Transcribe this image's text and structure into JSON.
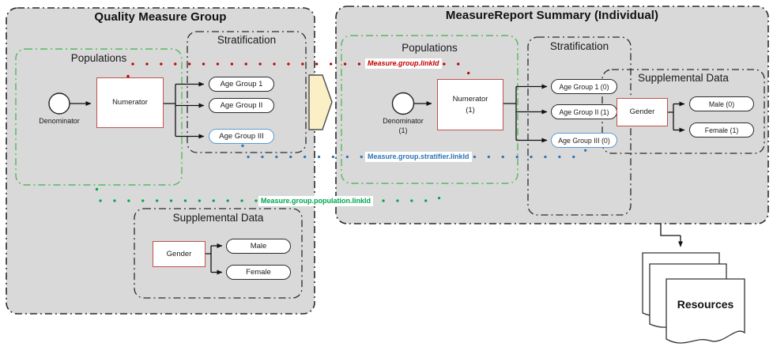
{
  "colors": {
    "panel_bg": "#d9d9d9",
    "panel_border": "#2b2b2b",
    "red_accent": "#c00000",
    "red_box_border": "#c0504d",
    "blue_accent": "#2e75b6",
    "blue_pill_border": "#5b9bd5",
    "green_border": "#57b761",
    "green_accent": "#00a550",
    "flow_arrow_fill": "#faefc5"
  },
  "left_panel": {
    "title": "Quality Measure Group",
    "populations_label": "Populations",
    "denominator": "Denominator",
    "numerator": "Numerator",
    "stratification_label": "Stratification",
    "age_groups": [
      "Age Group 1",
      "Age Group II",
      "Age Group III"
    ],
    "supplemental_label": "Supplemental Data",
    "gender": "Gender",
    "genders": [
      "Male",
      "Female"
    ]
  },
  "right_panel": {
    "title": "MeasureReport Summary (Individual)",
    "populations_label": "Populations",
    "denominator": "Denominator",
    "denominator_count": "(1)",
    "numerator": "Numerator",
    "numerator_count": "(1)",
    "stratification_label": "Stratification",
    "age_groups": [
      "Age Group 1 (0)",
      "Age Group II (1)",
      "Age Group III (0)"
    ],
    "supplemental_label": "Supplemental Data",
    "gender": "Gender",
    "genders": [
      "Male (0)",
      "Female (1)"
    ]
  },
  "link_labels": {
    "group": "Measure.group.linkId",
    "stratifier": "Measure.group.stratifier.linkId",
    "population": "Measure.group.population.linkId"
  },
  "resources": "Resources"
}
